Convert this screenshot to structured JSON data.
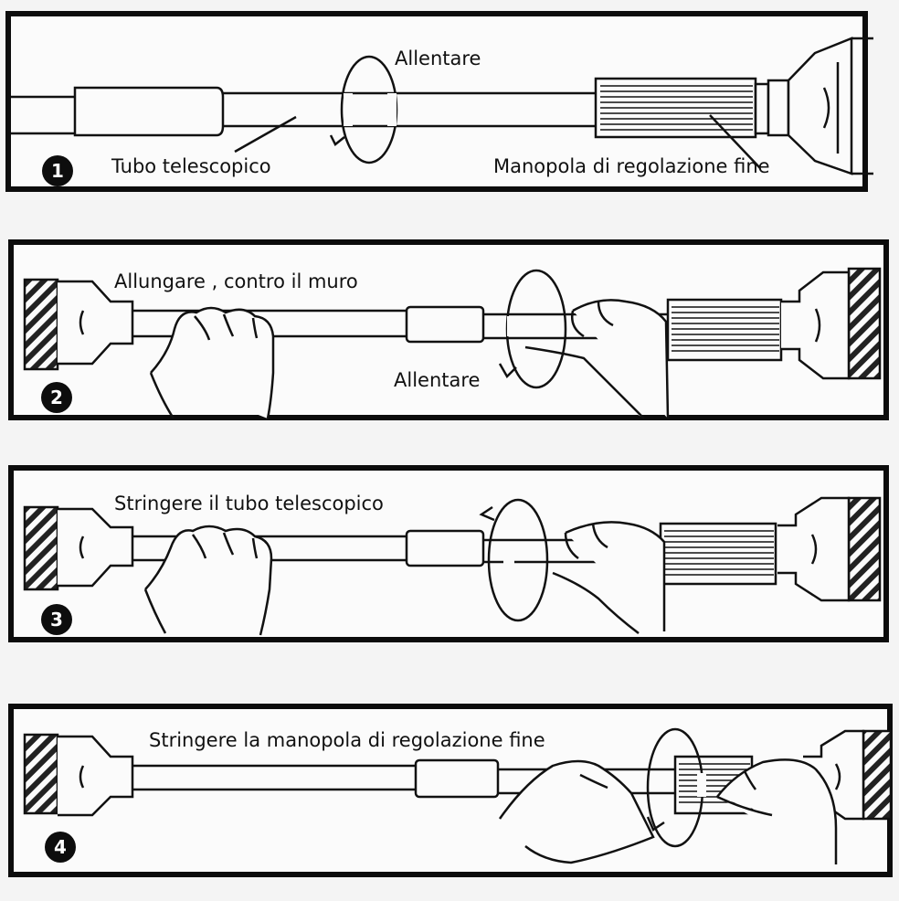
{
  "steps": [
    {
      "number": "1",
      "labels": {
        "rotate": "Allentare",
        "tube": "Tubo telescopico",
        "knob": "Manopola di regolazione fine"
      }
    },
    {
      "number": "2",
      "labels": {
        "instruction": "Allungare , contro il muro",
        "rotate": "Allentare"
      }
    },
    {
      "number": "3",
      "labels": {
        "instruction": "Stringere il tubo telescopico"
      }
    },
    {
      "number": "4",
      "labels": {
        "instruction": "Stringere la manopola di regolazione fine"
      }
    }
  ]
}
